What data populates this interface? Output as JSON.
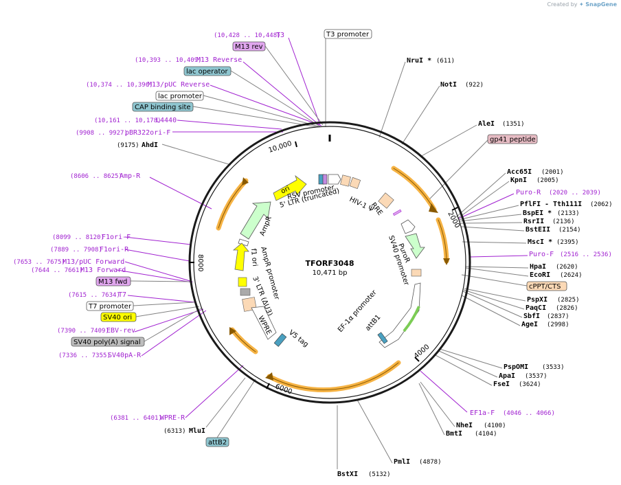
{
  "created_by": {
    "prefix": "Created by",
    "brand": "SnapGene"
  },
  "plasmid": {
    "name": "TFORF3048",
    "length": "10,471 bp"
  },
  "ticks": [
    "2000",
    "4000",
    "6000",
    "8000",
    "10,000"
  ],
  "enzymes_right": [
    {
      "name": "NruI *",
      "pos": "(611)"
    },
    {
      "name": "NotI",
      "pos": "(922)"
    },
    {
      "name": "AleI",
      "pos": "(1351)"
    },
    {
      "name": "Acc65I",
      "pos": "(2001)"
    },
    {
      "name": "KpnI",
      "pos": "(2005)"
    },
    {
      "name": "PflFI",
      "sep": "- Tth111I",
      "pos": "(2062)"
    },
    {
      "name": "BspEI *",
      "pos": "(2133)"
    },
    {
      "name": "RsrII",
      "pos": "(2136)"
    },
    {
      "name": "BstEII",
      "pos": "(2154)"
    },
    {
      "name": "MscI *",
      "pos": "(2395)"
    },
    {
      "name": "HpaI",
      "pos": "(2620)"
    },
    {
      "name": "EcoRI",
      "pos": "(2624)"
    },
    {
      "name": "PspXI",
      "pos": "(2825)"
    },
    {
      "name": "PaqCI",
      "pos": "(2826)"
    },
    {
      "name": "SbfI",
      "pos": "(2837)"
    },
    {
      "name": "AgeI",
      "pos": "(2998)"
    },
    {
      "name": "PspOMI",
      "pos": "(3533)"
    },
    {
      "name": "ApaI",
      "pos": "(3537)"
    },
    {
      "name": "FseI",
      "pos": "(3624)"
    },
    {
      "name": "NheI",
      "pos": "(4100)"
    },
    {
      "name": "BmtI",
      "pos": "(4104)"
    },
    {
      "name": "PmlI",
      "pos": "(4878)"
    },
    {
      "name": "BstXI",
      "pos": "(5132)"
    }
  ],
  "enzymes_left": [
    {
      "name": "AhdI",
      "pos": "(9175)"
    },
    {
      "name": "MluI",
      "pos": "(6313)"
    }
  ],
  "primers_left": [
    {
      "range": "(10,428 .. 10,448)",
      "name": "T3"
    },
    {
      "range": "(10,393 .. 10,409)",
      "name": "M13 Reverse"
    },
    {
      "range": "(10,374 .. 10,396)",
      "name": "M13/pUC Reverse"
    },
    {
      "range": "(10,161 .. 10,178)",
      "name": "L4440"
    },
    {
      "range": "(9908 .. 9927)",
      "name": "pBR322ori-F"
    },
    {
      "range": "(8606 .. 8625)",
      "name": "Amp-R"
    },
    {
      "range": "(8099 .. 8120)",
      "name": "F1ori-F"
    },
    {
      "range": "(7889 .. 7908)",
      "name": "F1ori-R"
    },
    {
      "range": "(7653 .. 7675)",
      "name": "M13/pUC Forward"
    },
    {
      "range": "(7644 .. 7661)",
      "name": "M13 Forward"
    },
    {
      "range": "(7615 .. 7634)",
      "name": "T7"
    },
    {
      "range": "(7390 .. 7409)",
      "name": "EBV-rev"
    },
    {
      "range": "(7336 .. 7355)",
      "name": "SV40pA-R"
    },
    {
      "range": "(6381 .. 6401)",
      "name": "WPRE-R"
    }
  ],
  "primers_right": [
    {
      "name": "Puro-R",
      "range": "(2020 .. 2039)"
    },
    {
      "name": "Puro-F",
      "range": "(2516 .. 2536)"
    },
    {
      "name": "EF1a-F",
      "range": "(4046 .. 4066)"
    }
  ],
  "feature_boxes": {
    "t3_promoter": "T3 promoter",
    "m13_rev": "M13 rev",
    "lac_operator": "lac operator",
    "lac_promoter": "lac promoter",
    "cap_binding": "CAP binding site",
    "gp41": "gp41 peptide",
    "cppt": "cPPT/CTS",
    "m13_fwd": "M13 fwd",
    "t7_promoter": "T7 promoter",
    "sv40_ori": "SV40 ori",
    "sv40_polya": "SV40 poly(A) signal",
    "attb2": "attB2"
  },
  "inner_labels": {
    "ori": "ori",
    "rsv": "RSV promoter",
    "ltr5": "5' LTR (truncated)",
    "hiv": "HIV-1 Ψ",
    "rre": "RRE",
    "puror": "PuroR",
    "sv40p": "SV40 promoter",
    "ef1a": "EF-1α promoter",
    "attb1": "attB1",
    "ampr": "AmpR",
    "amprp": "AmpR promoter",
    "f1ori": "f1 ori",
    "ltr3": "3' LTR (ΔU3)",
    "wpre": "WPRE",
    "v5": "V5 tag"
  },
  "colors": {
    "backbone": "#1a1a1a",
    "enzyme_line": "#808080",
    "primer": "#a020d0",
    "orf_arrow": "#f5a623",
    "ori": "#ffff00",
    "ampr": "#ccffcc",
    "lac_operator_fill": "#8fc6d0",
    "m13_fill": "#e0a6ee",
    "gp41_fill": "#e7bcc4",
    "cppt_fill": "#fbd9b6",
    "sv40_polya_fill": "#bdbdbd"
  }
}
